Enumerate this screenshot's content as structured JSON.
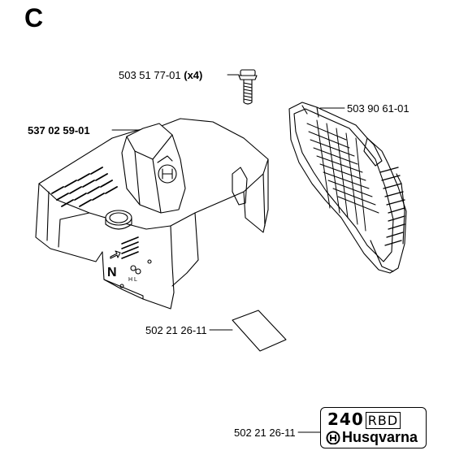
{
  "section_label": "C",
  "parts": {
    "bolt": {
      "number": "503 51 77-01",
      "qty": "(x4)"
    },
    "cover": {
      "number": "537 02 59-01"
    },
    "filter": {
      "number": "503 90 61-01"
    },
    "decal": {
      "number": "502 21 26-11"
    },
    "model_decal": {
      "number": "502 21 26-11"
    }
  },
  "brand_plate": {
    "model": "240",
    "model_suffix": "RBD",
    "brand": "Husqvarna"
  }
}
